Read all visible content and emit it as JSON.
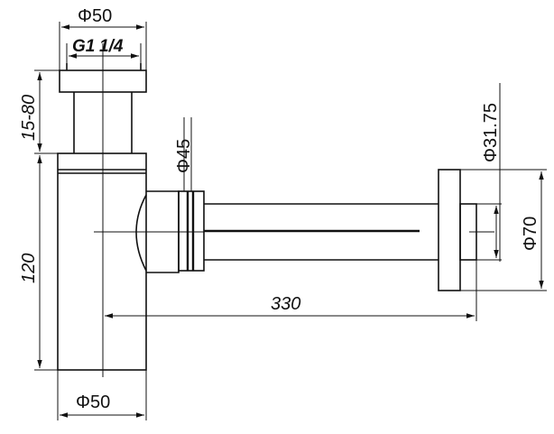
{
  "dimensions": {
    "top_diameter": "Φ50",
    "thread": "G1",
    "thread_fraction": "1/4",
    "height_adjust": "15-80",
    "height": "120",
    "inlet_diameter": "Φ45",
    "outlet_diameter": "Φ31.75",
    "flange_diameter": "Φ70",
    "length": "330",
    "bottom_diameter": "Φ50"
  }
}
